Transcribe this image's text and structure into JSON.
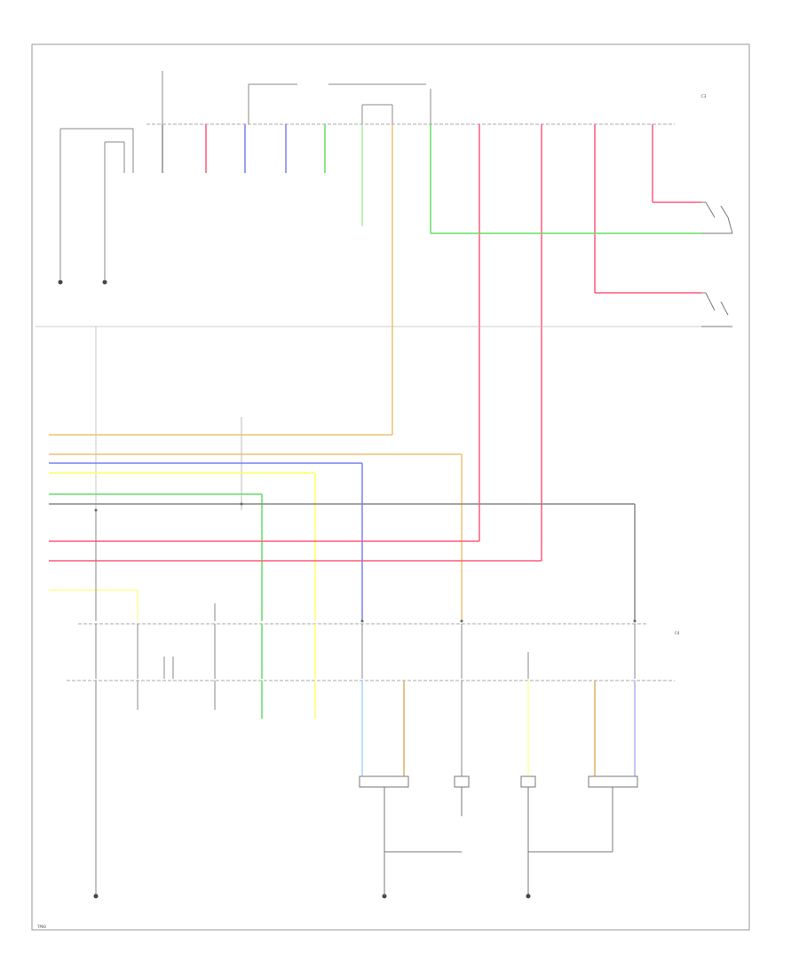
{
  "diagram": {
    "footer_code": "TP00",
    "connector_top_label": "C3",
    "connector_bottom_label": "C4",
    "colors": {
      "red": "#ff5a7a",
      "blue": "#7a82f0",
      "green": "#66dd66",
      "light_green": "#a0f0a0",
      "orange": "#f0c070",
      "dark_orange": "#e0b060",
      "yellow": "#ffff66",
      "light_blue": "#a8d4ff",
      "wire": "#888888",
      "frame": "#999999"
    }
  }
}
